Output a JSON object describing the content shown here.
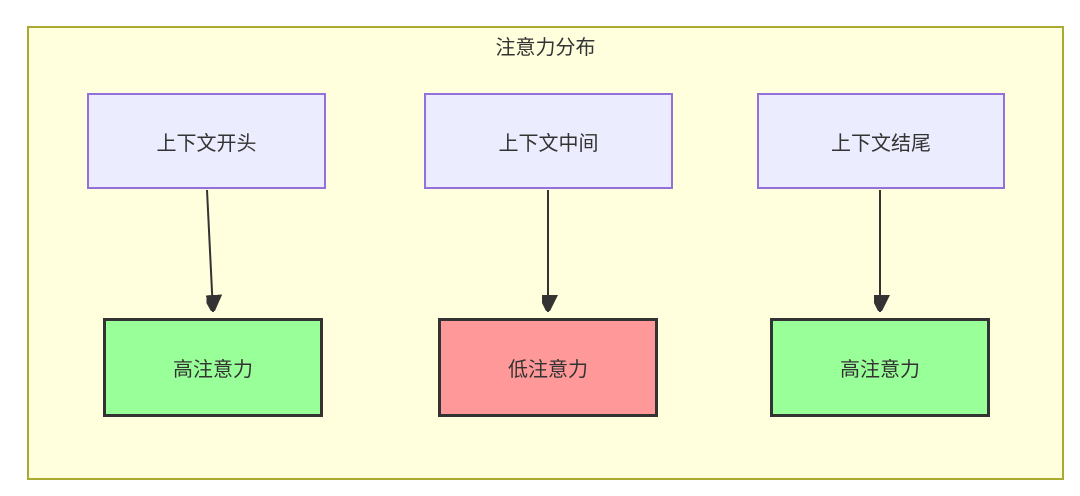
{
  "diagram": {
    "title": "注意力分布",
    "top_nodes": [
      {
        "label": "上下文开头"
      },
      {
        "label": "上下文中间"
      },
      {
        "label": "上下文结尾"
      }
    ],
    "bottom_nodes": [
      {
        "label": "高注意力",
        "level": "high"
      },
      {
        "label": "低注意力",
        "level": "low"
      },
      {
        "label": "高注意力",
        "level": "high"
      }
    ],
    "colors": {
      "cluster_fill": "#ffffde",
      "cluster_border": "#aaaa33",
      "context_node_fill": "#ececff",
      "context_node_border": "#9370db",
      "high_attention_fill": "#99ff99",
      "low_attention_fill": "#ff9999",
      "attention_node_border": "#333333",
      "arrow": "#333333",
      "text": "#333333"
    }
  }
}
